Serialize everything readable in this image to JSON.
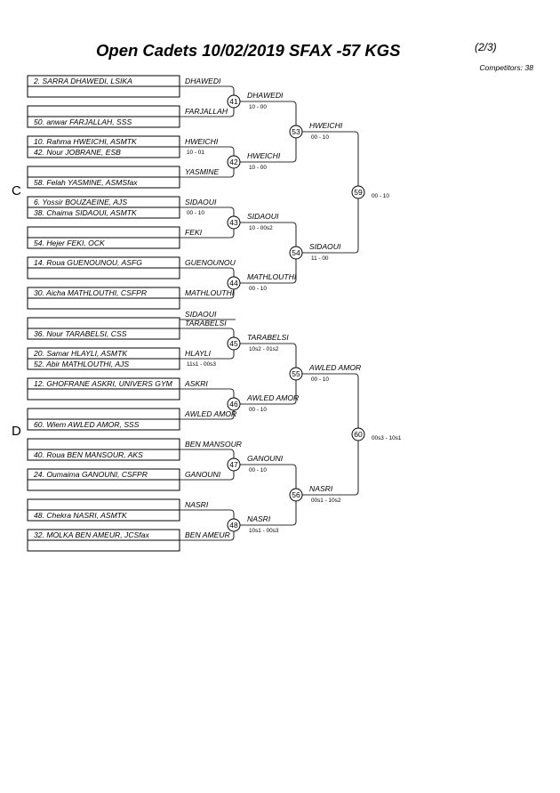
{
  "header": {
    "title": "Open Cadets  10/02/2019  SFAX   -57 KGS",
    "page": "(2/3)",
    "competitors": "Competitors: 38"
  },
  "pools": [
    "C",
    "D"
  ],
  "entries": [
    [
      "2. SARRA DHAWEDI, LSIKA",
      ""
    ],
    [
      "",
      "50. anwar FARJALLAH, SSS"
    ],
    [
      "10. Rahma HWEICHI, ASMTK",
      "42. Nour JOBRANE, ESB"
    ],
    [
      "",
      "58. Felah YASMINE, ASMSfax"
    ],
    [
      "6. Yossir BOUZAEINE, AJS",
      "38. Chaima SIDAOUI, ASMTK"
    ],
    [
      "",
      "54. Hejer FEKI, OCK"
    ],
    [
      "14. Roua GUENOUNOU, ASFG",
      ""
    ],
    [
      "30. Aicha MATHLOUTHI, CSFPR",
      ""
    ],
    [
      "",
      "36. Nour TARABELSI, CSS"
    ],
    [
      "20. Samar HLAYLI, ASMTK",
      "52. Abir MATHLOUTHI, AJS"
    ],
    [
      "12. GHOFRANE ASKRI, UNIVERS GYM",
      ""
    ],
    [
      "",
      "60. Wiem AWLED AMOR, SSS"
    ],
    [
      "",
      "40. Roua BEN MANSOUR, AKS"
    ],
    [
      "24. Oumaima GANOUNI, CSFPR",
      ""
    ],
    [
      "",
      "48. Chekra NASRI, ASMTK"
    ],
    [
      "32. MOLKA BEN AMEUR, JCSfax",
      ""
    ]
  ],
  "round1": [
    {
      "num": "41",
      "top": "DHAWEDI",
      "bottom": "FARJALLAH",
      "top_note": "",
      "bottom_note": "",
      "winner": "DHAWEDI",
      "score": "10 - 00"
    },
    {
      "num": "42",
      "top": "HWEICHI",
      "bottom": "YASMINE",
      "top_note": "10 - 01",
      "bottom_note": "",
      "winner": "HWEICHI",
      "score": "10 - 00"
    },
    {
      "num": "43",
      "top": "SIDAOUI",
      "bottom": "FEKI",
      "top_note": "00 - 10",
      "bottom_note": "",
      "winner": "SIDAOUI",
      "score": "10 - 00s2"
    },
    {
      "num": "44",
      "top": "GUENOUNOU",
      "bottom": "MATHLOUTHI",
      "top_note": "",
      "bottom_note": "",
      "winner": "MATHLOUTHI",
      "score": "00 - 10"
    },
    {
      "num": "45",
      "top": "TARABELSI",
      "bottom": "HLAYLI",
      "top_note": "",
      "bottom_note": "11s1 - 00s3",
      "winner": "TARABELSI",
      "score": "10s2 - 01s2"
    },
    {
      "num": "46",
      "top": "ASKRI",
      "bottom": "AWLED AMOR",
      "top_note": "",
      "bottom_note": "",
      "winner": "AWLED AMOR",
      "score": "00 - 10"
    },
    {
      "num": "47",
      "top": "BEN MANSOUR",
      "bottom": "GANOUNI",
      "top_note": "",
      "bottom_note": "",
      "winner": "GANOUNI",
      "score": "00 - 10"
    },
    {
      "num": "48",
      "top": "NASRI",
      "bottom": "BEN AMEUR",
      "top_note": "",
      "bottom_note": "",
      "winner": "NASRI",
      "score": "10s1 - 00s3"
    }
  ],
  "round2": [
    {
      "num": "53",
      "winner": "HWEICHI",
      "score": "00 - 10"
    },
    {
      "num": "54",
      "winner": "SIDAOUI",
      "score": "11 - 00"
    },
    {
      "num": "55",
      "winner": "AWLED AMOR",
      "score": "00 - 10"
    },
    {
      "num": "56",
      "winner": "NASRI",
      "score": "00s1 - 10s2"
    }
  ],
  "round3": [
    {
      "num": "59",
      "score": "00 - 10"
    },
    {
      "num": "60",
      "score": "00s3 - 10s1"
    }
  ],
  "repechage": {
    "name": "SIDAOUI"
  }
}
